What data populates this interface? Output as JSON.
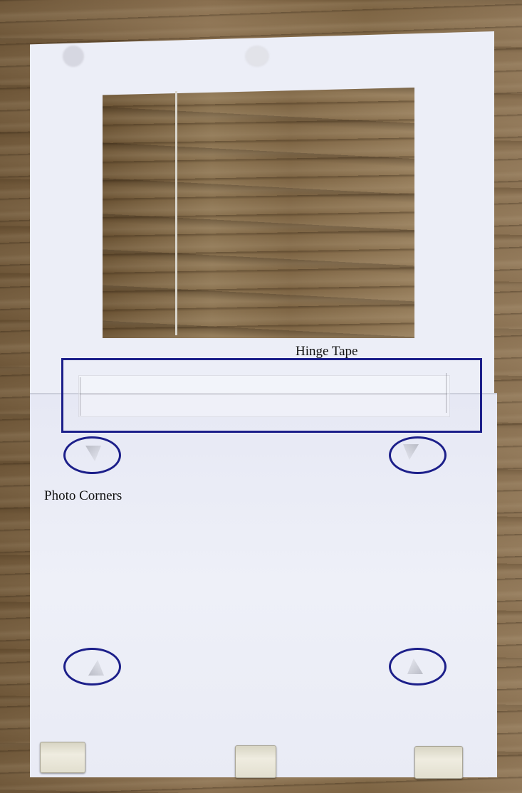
{
  "annotations": {
    "hinge_tape_label": "Hinge Tape",
    "photo_corners_label": "Photo Corners"
  },
  "colors": {
    "annotation_blue": "#1c1f8a",
    "mat_board": "#eceef7",
    "wood": "#7a6446"
  },
  "objects": {
    "photo_corners_count": 4,
    "support_clips_count": 3
  }
}
